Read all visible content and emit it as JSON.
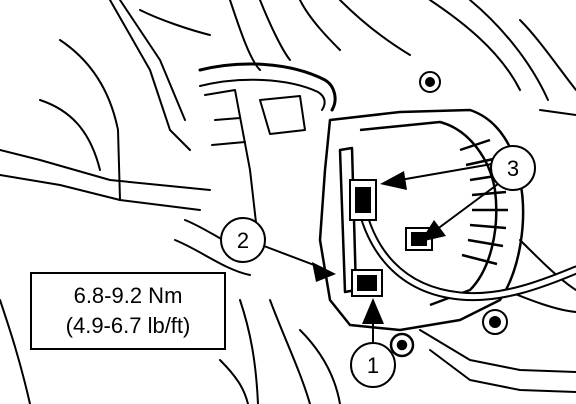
{
  "torque_spec": {
    "metric": "6.8-9.2 Nm",
    "imperial": "(4.9-6.7 lb/ft)"
  },
  "callouts": {
    "one": "1",
    "two": "2",
    "three": "3"
  },
  "colors": {
    "ink": "#000000",
    "paper": "#ffffff"
  }
}
